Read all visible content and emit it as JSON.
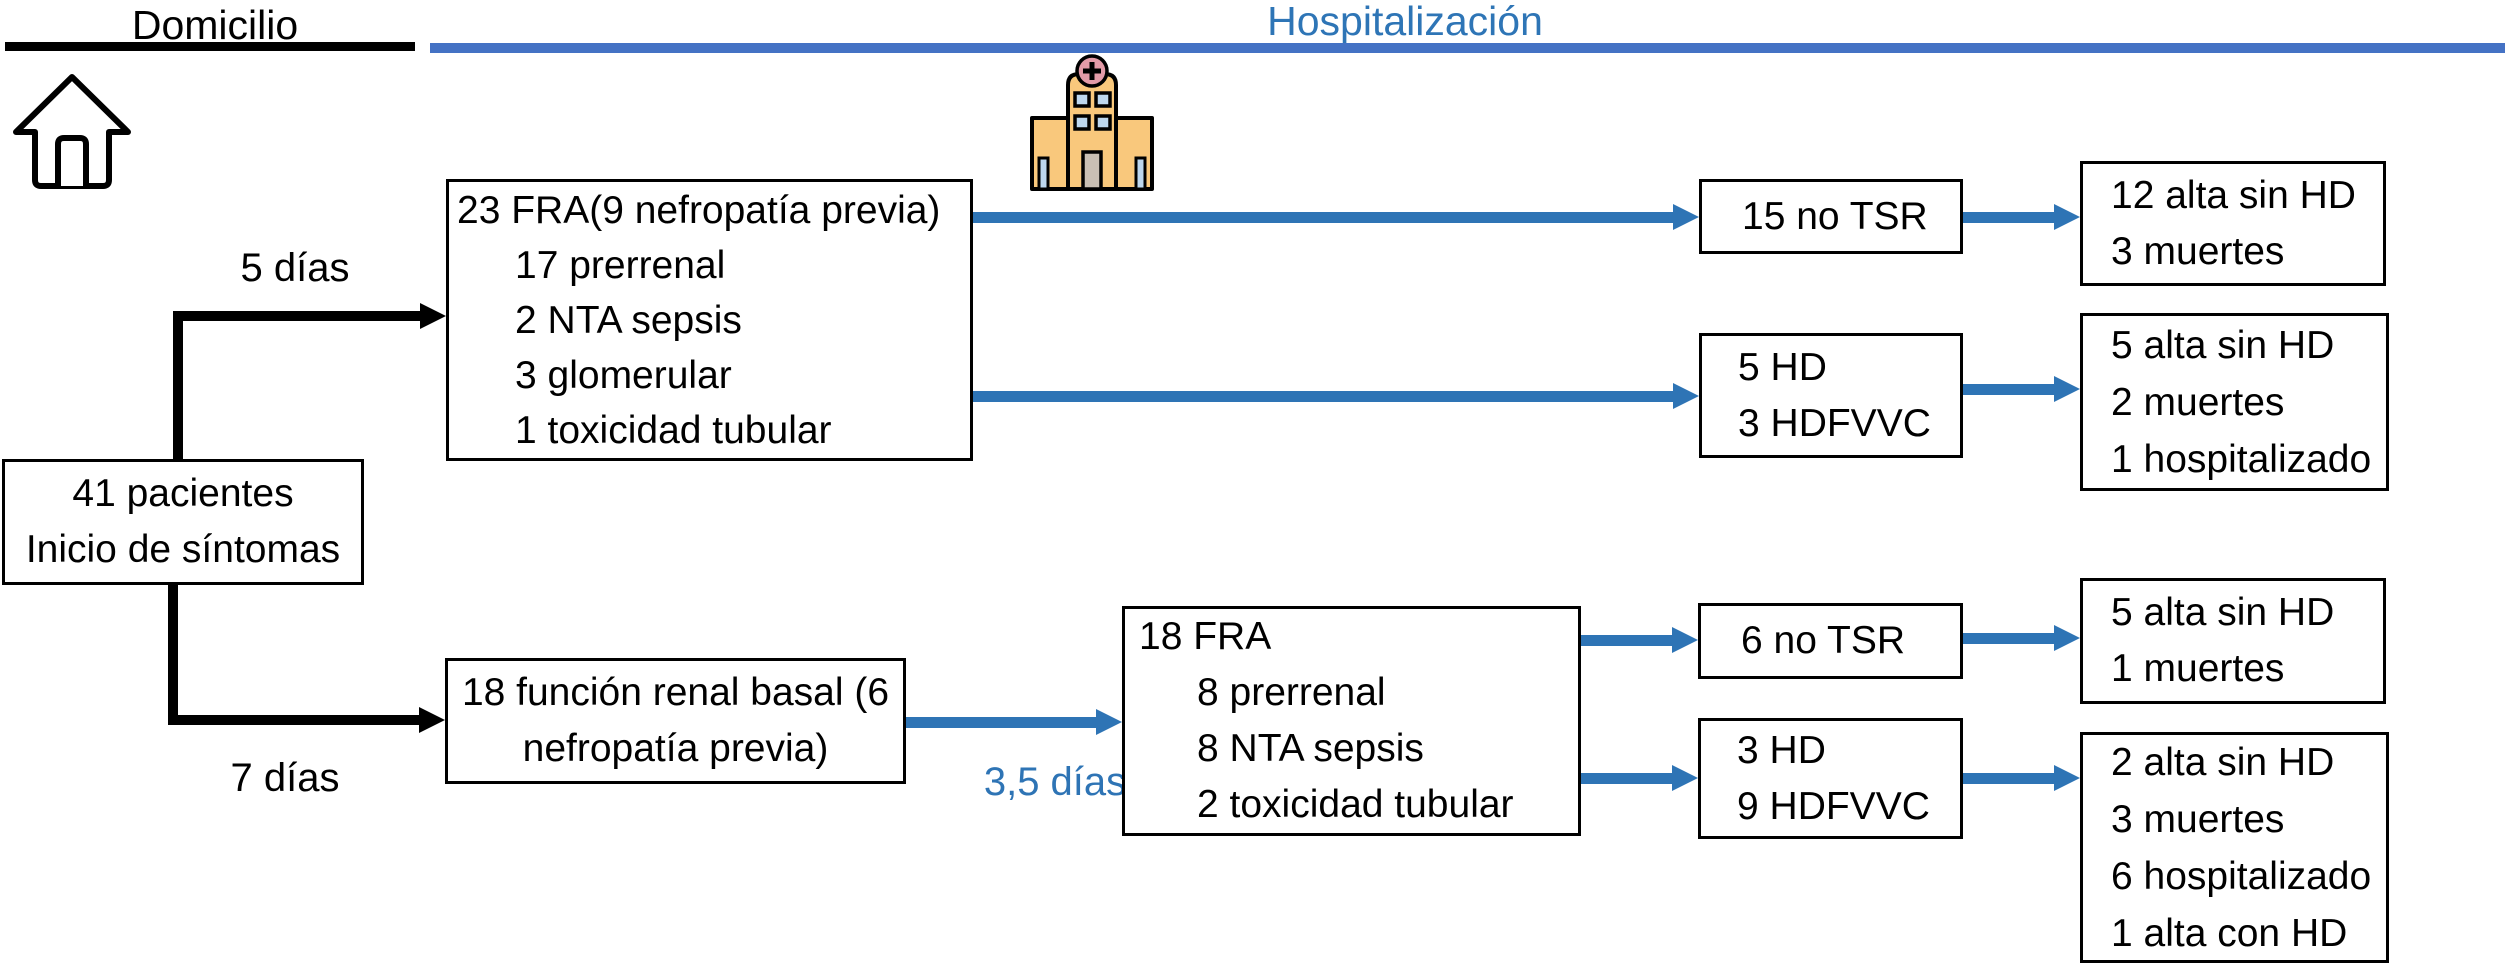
{
  "header": {
    "domicilio": "Domicilio",
    "hospitalizacion": "Hospitalización"
  },
  "labels": {
    "dias5": "5 días",
    "dias7": "7 días",
    "dias35": "3,5 días"
  },
  "boxes": {
    "patients": {
      "lines": [
        "41 pacientes",
        "Inicio de síntomas"
      ]
    },
    "fra23": {
      "lines": [
        "23 FRA(9 nefropatía previa)",
        "17 prerrenal",
        "2 NTA sepsis",
        "3 glomerular",
        "1 toxicidad tubular"
      ]
    },
    "renal_basal": {
      "lines": [
        "18 función renal basal (6",
        "nefropatía previa)"
      ]
    },
    "fra18": {
      "lines": [
        "18 FRA",
        "8 prerrenal",
        "8 NTA sepsis",
        "2 toxicidad tubular"
      ]
    },
    "no_tsr_15": {
      "lines": [
        "15 no TSR"
      ]
    },
    "hd5": {
      "lines": [
        "5 HD",
        "3 HDFVVC"
      ]
    },
    "outcome_top1": {
      "lines": [
        "12 alta sin HD",
        "3 muertes"
      ]
    },
    "outcome_top2": {
      "lines": [
        "5 alta sin HD",
        "2 muertes",
        "1 hospitalizado"
      ]
    },
    "no_tsr_6": {
      "lines": [
        "6 no TSR"
      ]
    },
    "hd3": {
      "lines": [
        "3 HD",
        "9 HDFVVC"
      ]
    },
    "outcome_bottom1": {
      "lines": [
        "5 alta sin HD",
        "1 muertes"
      ]
    },
    "outcome_bottom2": {
      "lines": [
        "2 alta sin HD",
        "3 muertes",
        "6 hospitalizado",
        "1 alta con HD"
      ]
    }
  },
  "icons": {
    "house": "house-icon",
    "hospital": "hospital-icon"
  },
  "colors": {
    "arrow_blue": "#2E74B5",
    "header_blue": "#2E75B6",
    "line_blue": "#4472C4",
    "building": "#F9C87C",
    "window": "#BDD7EE",
    "door": "#C9BFB4",
    "cross": "#E39BA8"
  }
}
